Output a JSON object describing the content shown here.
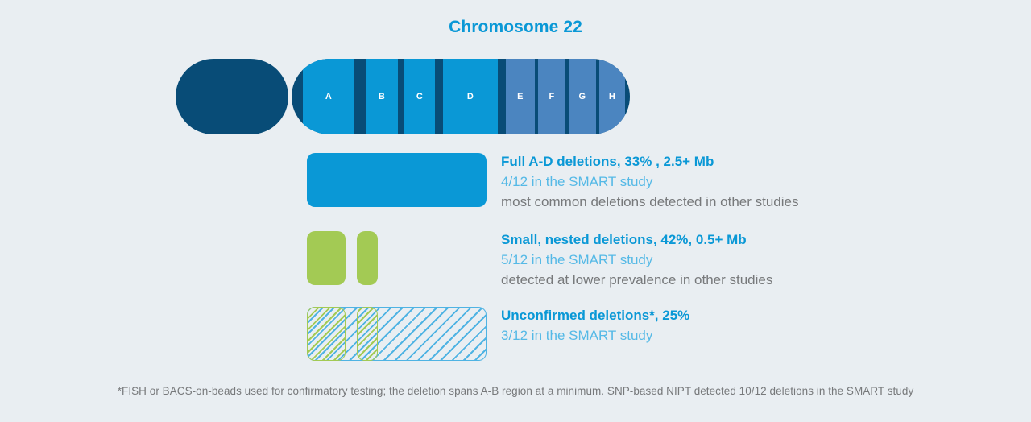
{
  "title": "Chromosome 22",
  "colors": {
    "background": "#e9eef2",
    "dark_navy": "#084c77",
    "bright_blue": "#0a98d6",
    "steel_blue": "#4b85c0",
    "green": "#a3ca54",
    "hatch_blue": "#4fb3e3",
    "sub_blue": "#55b9e6",
    "note_gray": "#77797b"
  },
  "chromosome": {
    "bands": [
      {
        "label": "A",
        "color": "#0a98d6"
      },
      {
        "label": "B",
        "color": "#0a98d6"
      },
      {
        "label": "C",
        "color": "#0a98d6"
      },
      {
        "label": "D",
        "color": "#0a98d6"
      },
      {
        "label": "E",
        "color": "#4b85c0"
      },
      {
        "label": "F",
        "color": "#4b85c0"
      },
      {
        "label": "G",
        "color": "#4b85c0"
      },
      {
        "label": "H",
        "color": "#4b85c0"
      }
    ]
  },
  "legend": [
    {
      "head": "Full A-D deletions, 33% , 2.5+ Mb",
      "sub": "4/12 in the SMART study",
      "note": "most common deletions detected in other studies",
      "swatch": "solid-blue-bar"
    },
    {
      "head": "Small, nested deletions, 42%, 0.5+ Mb",
      "sub": "5/12 in the SMART study",
      "note": "detected at lower prevalence in other studies",
      "swatch": "two-green-bars"
    },
    {
      "head": "Unconfirmed deletions*, 25%",
      "sub": "3/12 in the SMART study",
      "note": "",
      "swatch": "hatched-blue-with-green-overlay"
    }
  ],
  "footnote": "*FISH or BACS-on-beads used for confirmatory testing; the deletion spans A-B region at a minimum. SNP-based NIPT detected 10/12 deletions in the SMART study"
}
